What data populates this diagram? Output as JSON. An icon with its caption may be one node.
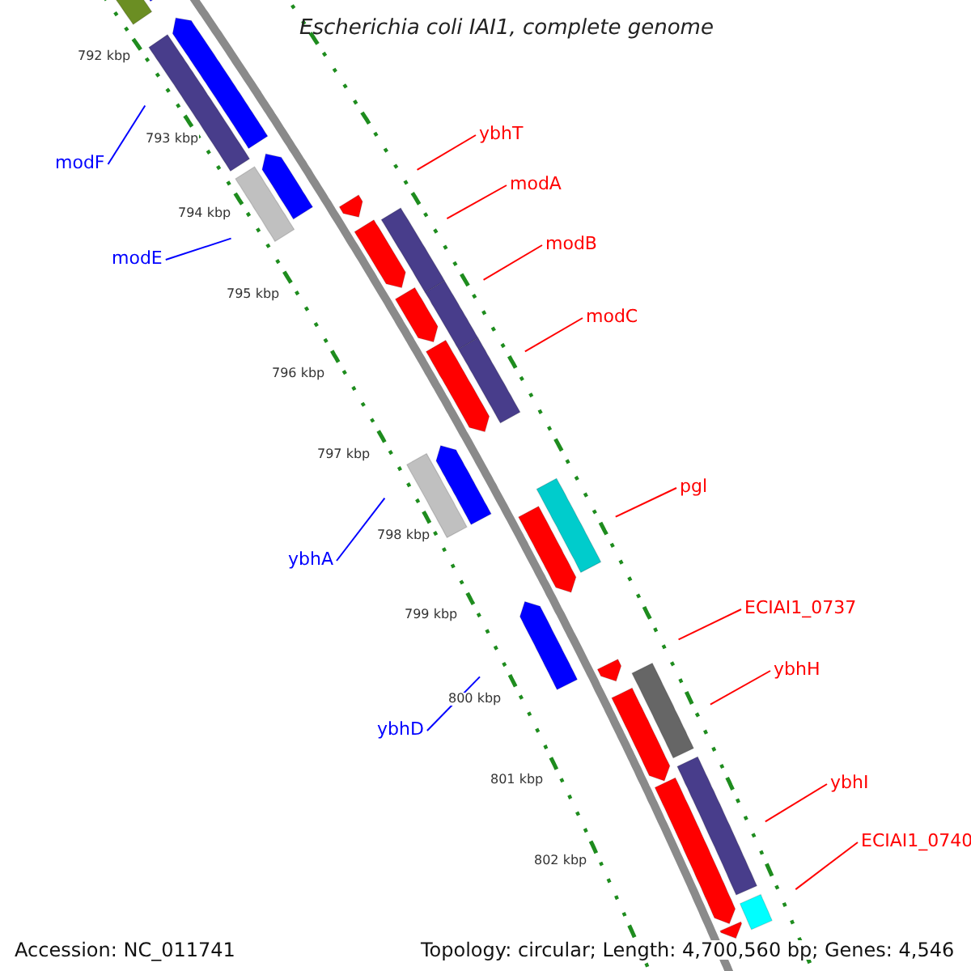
{
  "diagram": {
    "title": "Escherichia coli IAI1, complete genome",
    "nodes": [
      {
        "text": [
          "ybhT"
        ]
      },
      {
        "text": [
          "modF"
        ]
      },
      {
        "text": [
          "modA"
        ]
      },
      {
        "text": [
          "modB"
        ]
      },
      {
        "text": [
          "modE"
        ]
      },
      {
        "text": [
          "modC"
        ]
      },
      {
        "text": [
          "pgl"
        ]
      },
      {
        "text": [
          "ybhA"
        ]
      },
      {
        "text": [
          "ECIAI1_0737"
        ]
      },
      {
        "text": [
          "ybhH"
        ]
      },
      {
        "text": [
          "ybhD"
        ]
      },
      {
        "text": [
          "ybhI"
        ]
      },
      {
        "text": [
          "ECIAI1_0740"
        ]
      },
      {
        "text": [],
        "shape": "bar"
      },
      {
        "text": [],
        "shape": "pentagon"
      },
      {
        "text": [],
        "shape": "bar"
      },
      {
        "text": [],
        "shape": "pentagon"
      },
      {
        "text": [],
        "shape": "bar"
      },
      {
        "text": [],
        "shape": "pentagon"
      },
      {
        "text": [],
        "shape": "pentagon"
      },
      {
        "text": [],
        "shape": "pentagon"
      },
      {
        "text": [],
        "shape": "bar"
      },
      {
        "text": [],
        "shape": "pentagon"
      },
      {
        "text": [],
        "shape": "bar"
      },
      {
        "text": [],
        "shape": "pentagon"
      },
      {
        "text": [],
        "shape": "bar"
      },
      {
        "text": [],
        "shape": "bar"
      },
      {
        "text": [],
        "shape": "pentagon"
      },
      {
        "text": [],
        "shape": "bar"
      },
      {
        "text": [],
        "shape": "pentagon"
      },
      {
        "text": [],
        "shape": "pentagon"
      },
      {
        "text": [],
        "shape": "pentagon"
      },
      {
        "text": [],
        "shape": "bar"
      },
      {
        "text": [],
        "shape": "pentagon"
      },
      {
        "text": [],
        "shape": "bar"
      },
      {
        "text": [],
        "shape": "pentagon"
      },
      {
        "text": [],
        "shape": "bar"
      },
      {
        "text": [],
        "shape": "pentagon"
      }
    ],
    "edges": [
      {
        "from": 0,
        "to": null,
        "arrow": "none"
      },
      {
        "from": 1,
        "to": null,
        "arrow": "none",
        "color": "#0000ff"
      },
      {
        "from": 2,
        "to": null,
        "arrow": "none"
      },
      {
        "from": 3,
        "to": null,
        "arrow": "none"
      },
      {
        "from": 4,
        "to": null,
        "arrow": "none",
        "color": "#0000ff"
      },
      {
        "from": 5,
        "to": null,
        "arrow": "none"
      },
      {
        "from": 6,
        "to": null,
        "arrow": "none"
      },
      {
        "from": 7,
        "to": null,
        "arrow": "none",
        "color": "#0000ff"
      },
      {
        "from": 8,
        "to": null,
        "arrow": "none"
      },
      {
        "from": 9,
        "to": null,
        "arrow": "none"
      },
      {
        "from": 10,
        "to": null,
        "arrow": "none",
        "color": "#0000ff"
      },
      {
        "from": 11,
        "to": null,
        "arrow": "none"
      },
      {
        "from": 12,
        "to": null,
        "arrow": "none"
      }
    ],
    "labels": [
      "792 kbp",
      "793 kbp",
      "794 kbp",
      "795 kbp",
      "796 kbp",
      "797 kbp",
      "798 kbp",
      "799 kbp",
      "800 kbp",
      "801 kbp",
      "802 kbp",
      "Accession: NC_011741",
      "Topology: circular; Length: 4,700,560 bp; Genes: 4,546"
    ]
  }
}
